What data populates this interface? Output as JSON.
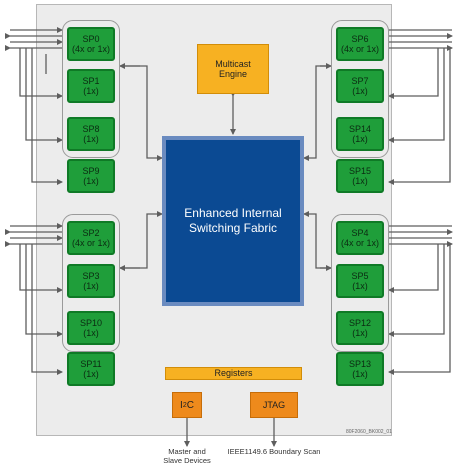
{
  "ports": {
    "sp0": {
      "name": "SP0",
      "mode": "(4x or 1x)"
    },
    "sp1": {
      "name": "SP1",
      "mode": "(1x)"
    },
    "sp8": {
      "name": "SP8",
      "mode": "(1x)"
    },
    "sp9": {
      "name": "SP9",
      "mode": "(1x)"
    },
    "sp2": {
      "name": "SP2",
      "mode": "(4x or 1x)"
    },
    "sp3": {
      "name": "SP3",
      "mode": "(1x)"
    },
    "sp10": {
      "name": "SP10",
      "mode": "(1x)"
    },
    "sp11": {
      "name": "SP11",
      "mode": "(1x)"
    },
    "sp6": {
      "name": "SP6",
      "mode": "(4x or 1x)"
    },
    "sp7": {
      "name": "SP7",
      "mode": "(1x)"
    },
    "sp14": {
      "name": "SP14",
      "mode": "(1x)"
    },
    "sp15": {
      "name": "SP15",
      "mode": "(1x)"
    },
    "sp4": {
      "name": "SP4",
      "mode": "(4x or 1x)"
    },
    "sp5": {
      "name": "SP5",
      "mode": "(1x)"
    },
    "sp12": {
      "name": "SP12",
      "mode": "(1x)"
    },
    "sp13": {
      "name": "SP13",
      "mode": "(1x)"
    }
  },
  "fabric": {
    "line1": "Enhanced Internal",
    "line2": "Switching Fabric"
  },
  "multicast": {
    "line1": "Multicast",
    "line2": "Engine"
  },
  "registers": "Registers",
  "i2c": {
    "base": "I",
    "sup": "2",
    "tail": "C"
  },
  "jtag": "JTAG",
  "captions": {
    "i2c_line1": "Master and",
    "i2c_line2": "Slave Devices",
    "jtag": "IEEE1149.6 Boundary Scan"
  },
  "figure_code": "80F2060_BK002_01",
  "colors": {
    "port_green": "#1f9e3a",
    "fabric_blue": "#0b4a93",
    "engine_orange": "#f7b122",
    "io_orange": "#ee8a1c"
  }
}
